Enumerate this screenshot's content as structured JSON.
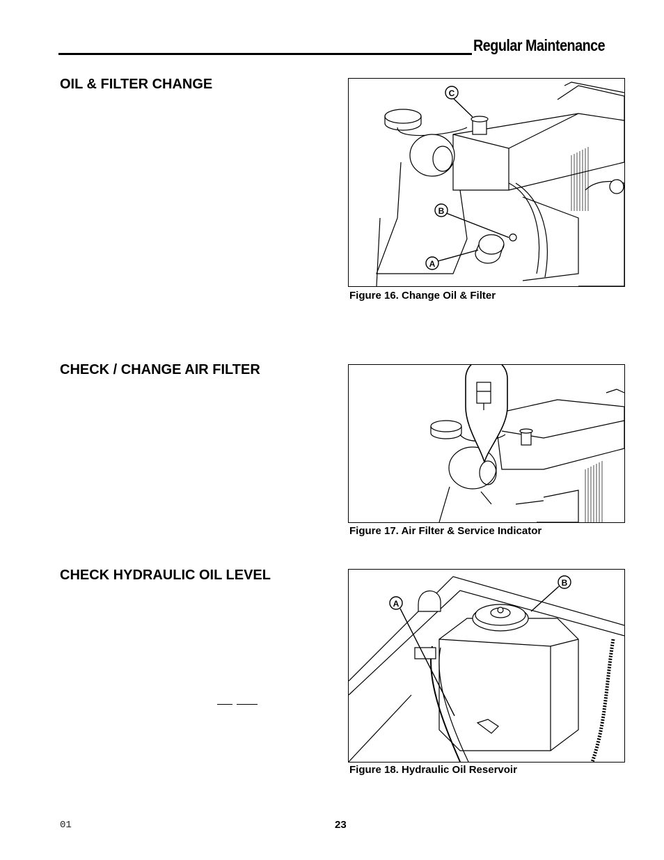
{
  "header": {
    "title": "Regular Maintenance"
  },
  "sections": [
    {
      "heading": "OIL & FILTER CHANGE"
    },
    {
      "heading": "CHECK / CHANGE AIR FILTER"
    },
    {
      "heading": "CHECK HYDRAULIC OIL LEVEL"
    }
  ],
  "figures": [
    {
      "caption": "Figure 16.  Change Oil & Filter",
      "callouts": [
        "C",
        "B",
        "A"
      ]
    },
    {
      "caption": "Figure 17.  Air Filter & Service Indicator"
    },
    {
      "caption": "Figure 18.  Hydraulic Oil Reservoir",
      "callouts": [
        "A",
        "B"
      ]
    }
  ],
  "footer": {
    "code": "01",
    "page_number": "23"
  }
}
